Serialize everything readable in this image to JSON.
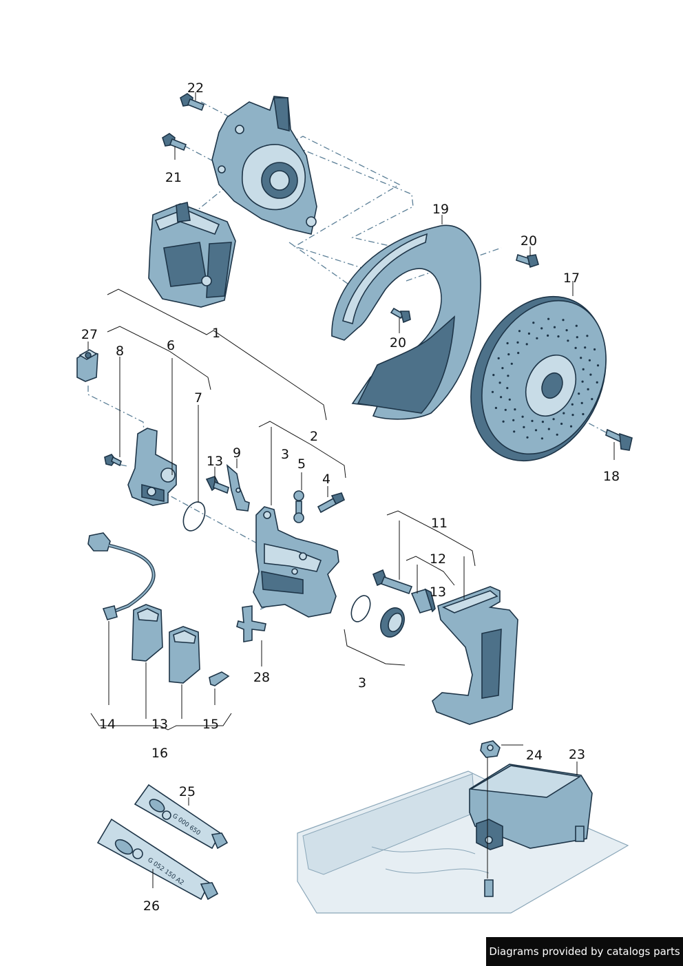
{
  "callouts": {
    "n1": "1",
    "n2": "2",
    "n3a": "3",
    "n3b": "3",
    "n4": "4",
    "n5": "5",
    "n6": "6",
    "n7": "7",
    "n8": "8",
    "n9": "9",
    "n11": "11",
    "n12": "12",
    "n13a": "13",
    "n13b": "13",
    "n13c": "13",
    "n14": "14",
    "n15": "15",
    "n16": "16",
    "n17": "17",
    "n18": "18",
    "n19": "19",
    "n20a": "20",
    "n20b": "20",
    "n21": "21",
    "n22": "22",
    "n23": "23",
    "n24": "24",
    "n25": "25",
    "n26": "26",
    "n27": "27",
    "n28": "28"
  },
  "tubes": {
    "upper": "G 000 650",
    "lower": "G 052 150 A2"
  },
  "footer": "Diagrams provided by catalogs parts",
  "colors": {
    "part_fill": "#8fb2c6",
    "part_dark": "#4d7189",
    "part_outline": "#1d3447",
    "dash_line": "#5a7e96",
    "footer_bg": "#0b0b0b"
  }
}
